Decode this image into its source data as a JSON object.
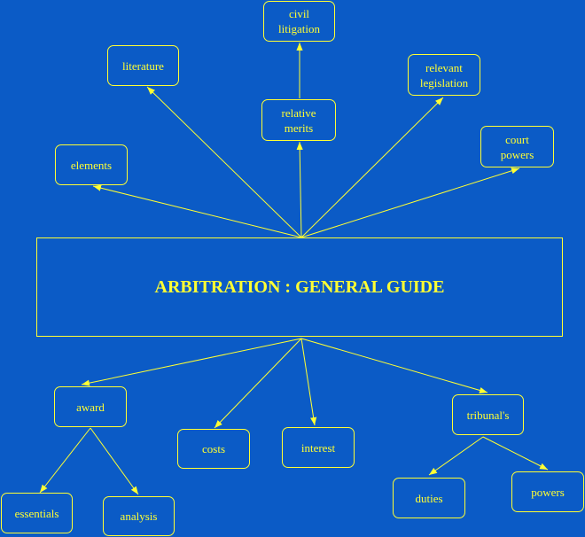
{
  "diagram": {
    "central": "ARBITRATION : GENERAL GUIDE",
    "nodes": {
      "civil_litigation": "civil\nlitigation",
      "literature": "literature",
      "relevant_legislation": "relevant\nlegislation",
      "relative_merits": "relative\nmerits",
      "elements": "elements",
      "court_powers": "court\npowers",
      "award": "award",
      "costs": "costs",
      "interest": "interest",
      "tribunals": "tribunal's",
      "essentials": "essentials",
      "analysis": "analysis",
      "duties": "duties",
      "powers": "powers"
    },
    "colors": {
      "background": "#0b5bc6",
      "foreground": "#ffff33"
    }
  }
}
